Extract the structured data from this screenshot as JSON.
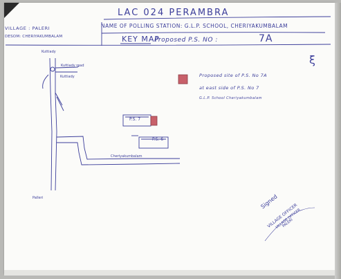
{
  "header": {
    "lac_title": "LAC 024 PERAMBRA",
    "village": "VILLAGE : PALERI",
    "desom": "DESOM: CHERIYAKUMBALAM",
    "polling_station": "NAME OF POLLING STATION: G.L.P. SCHOOL, CHERIYAKUMBALAM",
    "key_map": "KEY MAP",
    "proposed_ps": "Proposed P.S. NO :",
    "ps_number": "7A"
  },
  "north_symbol": "ξ",
  "note": {
    "line1": "Proposed site of P.S. No 7A",
    "line2": "at east side of P.S. No 7",
    "line3": "G.L.P. School Cheriyakumbalam"
  },
  "map_labels": {
    "top": "Kuttiady",
    "road_a": "Kuttiady road",
    "road_b": "Kuttiady",
    "lower_road": "Cheriyakumbalam",
    "ps_existing": "P.S. 7",
    "ps_lower": "P.S. 6",
    "bottom": "Palleri"
  },
  "signature": {
    "sign": "Signed",
    "stamp_title": "VILLAGE OFFICER",
    "stamp_office": "VILLAGE OFFICER",
    "stamp_place": "PALERI"
  },
  "colors": {
    "ink": "#3b3d9a",
    "marker": "#c8606a",
    "paper": "#fbfbf9",
    "backdrop": "#b9b9b6"
  }
}
